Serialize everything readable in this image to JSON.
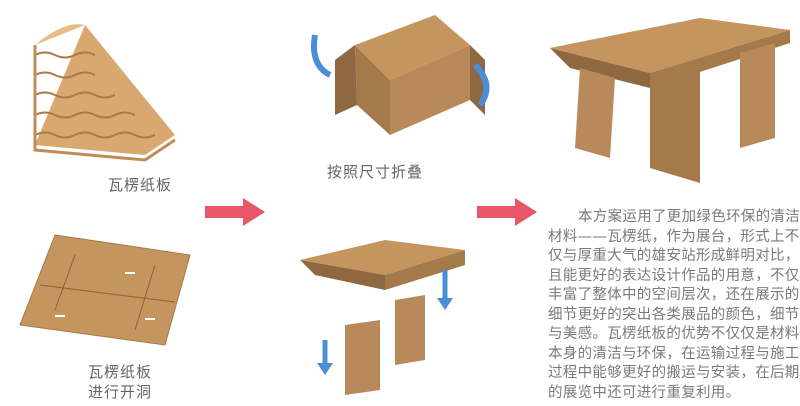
{
  "steps": {
    "corrugated_label": "瓦楞纸板",
    "cut_label_line1": "瓦楞纸板",
    "cut_label_line2": "进行开洞",
    "fold_label": "按照尺寸折叠"
  },
  "description": {
    "lines": [
      "本方案运用了更加绿色环保的清洁",
      "材料——瓦楞纸，作为展台，形式上不",
      "仅与厚重大气的雄安站形成鲜明对比，",
      "且能更好的表达设计作品的用意，不仅",
      "丰富了整体中的空间层次，还在展示的",
      "细节更好的突出各类展品的颜色，细节",
      "与美感。瓦楞纸板的优势不仅仅是材料",
      "本身的清洁与环保，在运输过程与施工",
      "过程中能够更好的搬运与安装，在后期",
      "的展览中还可进行重复利用。"
    ]
  },
  "colors": {
    "cardboard": "#b8895a",
    "cardboard_dark": "#8f6740",
    "arrow_pink": "#e8566a",
    "arrow_blue": "#4a8fd6",
    "text": "#7a7a7a"
  }
}
